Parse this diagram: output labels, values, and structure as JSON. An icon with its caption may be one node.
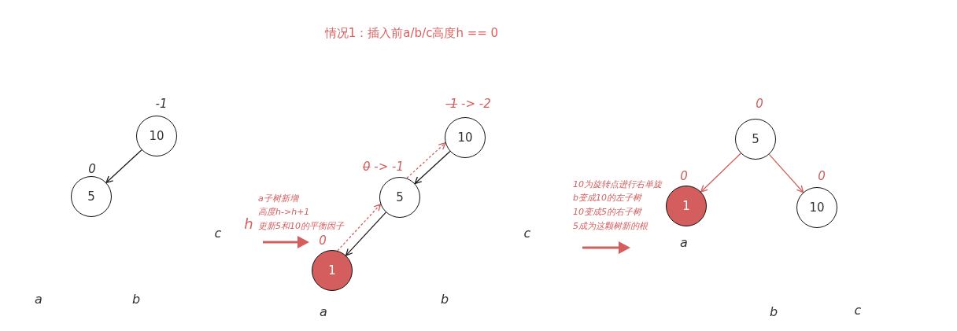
{
  "diagram": {
    "title": "情况1：插入前a/b/c高度h == 0",
    "nodes": [
      {
        "text": [
          "10"
        ],
        "beside": [
          "-1"
        ]
      },
      {
        "text": [
          "5"
        ],
        "beside": [
          "0"
        ]
      },
      {
        "text": [
          "10"
        ],
        "beside": [
          "-1 -> -2"
        ]
      },
      {
        "text": [
          "5"
        ],
        "beside": [
          "0 -> -1"
        ]
      },
      {
        "text": [
          "1"
        ],
        "beside": [
          "0"
        ]
      },
      {
        "text": [
          "5"
        ],
        "beside": [
          "0"
        ]
      },
      {
        "text": [
          "1"
        ],
        "beside": [
          "0"
        ]
      },
      {
        "text": [
          "10"
        ],
        "beside": [
          "0"
        ]
      }
    ],
    "edges": [
      {
        "from": 0,
        "to": 1,
        "arrow": "to",
        "color": "#1a1a1a"
      },
      {
        "from": 2,
        "to": 3,
        "arrow": "to",
        "color": "#1a1a1a"
      },
      {
        "from": 3,
        "to": 4,
        "arrow": "to",
        "color": "#1a1a1a"
      },
      {
        "from": 4,
        "to": 3,
        "arrow": "to",
        "style": "dashed",
        "color": "#d45d5d"
      },
      {
        "from": 3,
        "to": 2,
        "arrow": "to",
        "style": "dashed",
        "color": "#d45d5d"
      },
      {
        "from": 5,
        "to": 6,
        "arrow": "to",
        "color": "#d45d5d"
      },
      {
        "from": 5,
        "to": 7,
        "arrow": "to",
        "color": "#d45d5d"
      }
    ],
    "labels": [
      "a",
      "b",
      "c",
      "h",
      "a子树新增",
      "高度h->h+1",
      "更新5和10的平衡因子",
      "a",
      "b",
      "c",
      "10为旋转点进行右单旋",
      "b变成10的左子树",
      "10变成5的右子树",
      "5成为这颗树新的根",
      "a",
      "b",
      "c"
    ]
  }
}
